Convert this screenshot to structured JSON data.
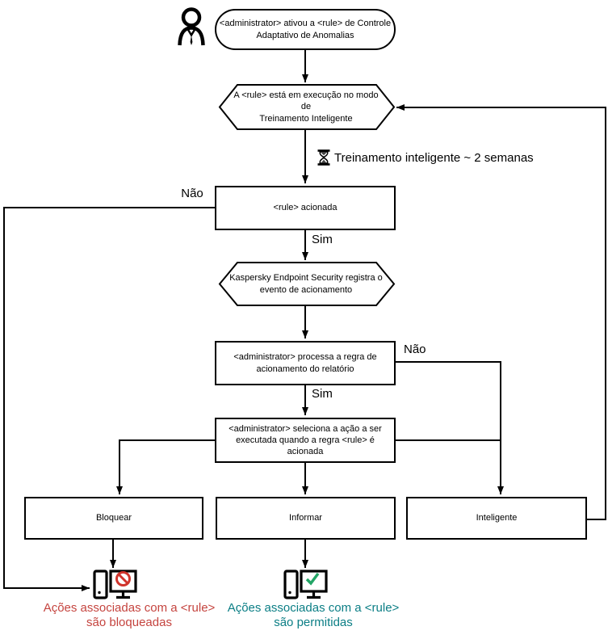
{
  "diagram": {
    "nodes": {
      "start": {
        "shape": "stadium",
        "text": "<administrator> ativou a <rule> de Controle\nAdaptativo de Anomalias"
      },
      "training_mode": {
        "shape": "hexagon",
        "text": "A <rule> está em execução no modo de\nTreinamento Inteligente"
      },
      "rule_triggered": {
        "shape": "rect",
        "text": "<rule> acionada"
      },
      "kes_registers": {
        "shape": "hexagon",
        "text": "Kaspersky Endpoint Security registra o\nevento de acionamento"
      },
      "admin_processes": {
        "shape": "rect",
        "text": "<administrator> processa a regra de\nacionamento do relatório"
      },
      "admin_selects": {
        "shape": "rect",
        "text": "<administrator> seleciona a ação a ser\nexecutada quando a regra <rule> é\nacionada"
      },
      "action_block": {
        "shape": "rect",
        "text": "Bloquear"
      },
      "action_inform": {
        "shape": "rect",
        "text": "Informar"
      },
      "action_smart": {
        "shape": "rect",
        "text": "Inteligente"
      }
    },
    "edge_labels": {
      "no_left": "Não",
      "yes_triggered": "Sim",
      "no_right": "Não",
      "yes_processed": "Sim"
    },
    "annotations": {
      "training_duration": "Treinamento inteligente ~ 2 semanas",
      "blocked_result": "Ações associadas com a <rule>\nsão bloqueadas",
      "allowed_result": "Ações associadas com a <rule>\nsão permitidas"
    },
    "icons": {
      "person": "person-icon",
      "hourglass": "hourglass-icon",
      "blocked_computer": "computer-blocked-icon",
      "allowed_computer": "computer-allowed-icon"
    },
    "colors": {
      "line": "#000000",
      "background": "#ffffff",
      "blocked_text": "#c5443f",
      "blocked_sign": "#d0342c",
      "allowed_text": "#0b7e85",
      "allowed_check": "#23a566"
    }
  }
}
